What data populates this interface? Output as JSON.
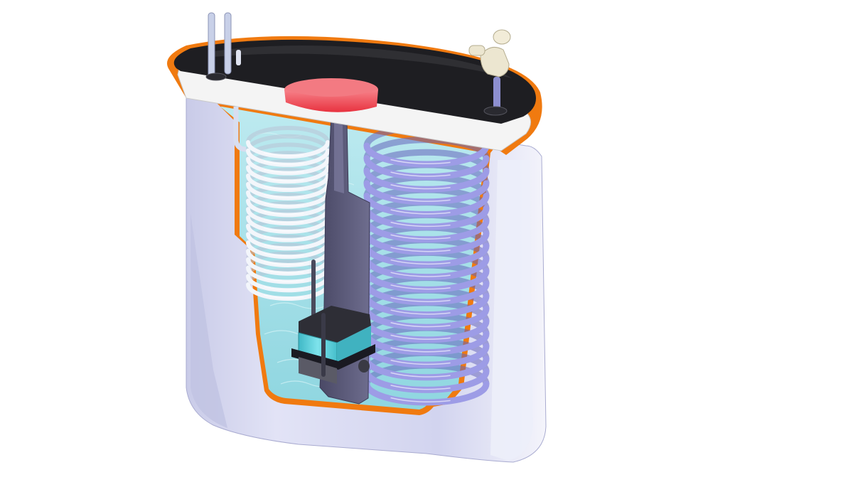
{
  "figure": {
    "title": "",
    "background": "#ffffff"
  },
  "colors": {
    "body_shell": "#d6d8f0",
    "body_shell_shadow": "#b6b8da",
    "cut_edge": "#f07a10",
    "lid_top": "#1e1e22",
    "lid_rim": "#f2f2f2",
    "water": "#a8e4ec",
    "water_deep": "#7fcfd9",
    "coil_clear": "#eef2f8",
    "coil_purple": "#8f8ee0",
    "plug": "#ef4b58",
    "pump_body": "#5fd0dc",
    "pump_dark": "#2a2a30",
    "bracket": "#5b5a78",
    "fitting": "#ece6d0",
    "tube": "#c9d2ea"
  },
  "parts": [
    {
      "id": "tank-body",
      "kind": "shell"
    },
    {
      "id": "lid",
      "kind": "cover"
    },
    {
      "id": "clear-coil",
      "kind": "heat-exchanger"
    },
    {
      "id": "purple-coil",
      "kind": "heat-exchanger"
    },
    {
      "id": "red-plug",
      "kind": "cap"
    },
    {
      "id": "pump",
      "kind": "pump"
    },
    {
      "id": "support-bracket",
      "kind": "bracket"
    },
    {
      "id": "inlet-tubes",
      "kind": "pipe"
    },
    {
      "id": "elbow-fitting",
      "kind": "fitting"
    }
  ]
}
